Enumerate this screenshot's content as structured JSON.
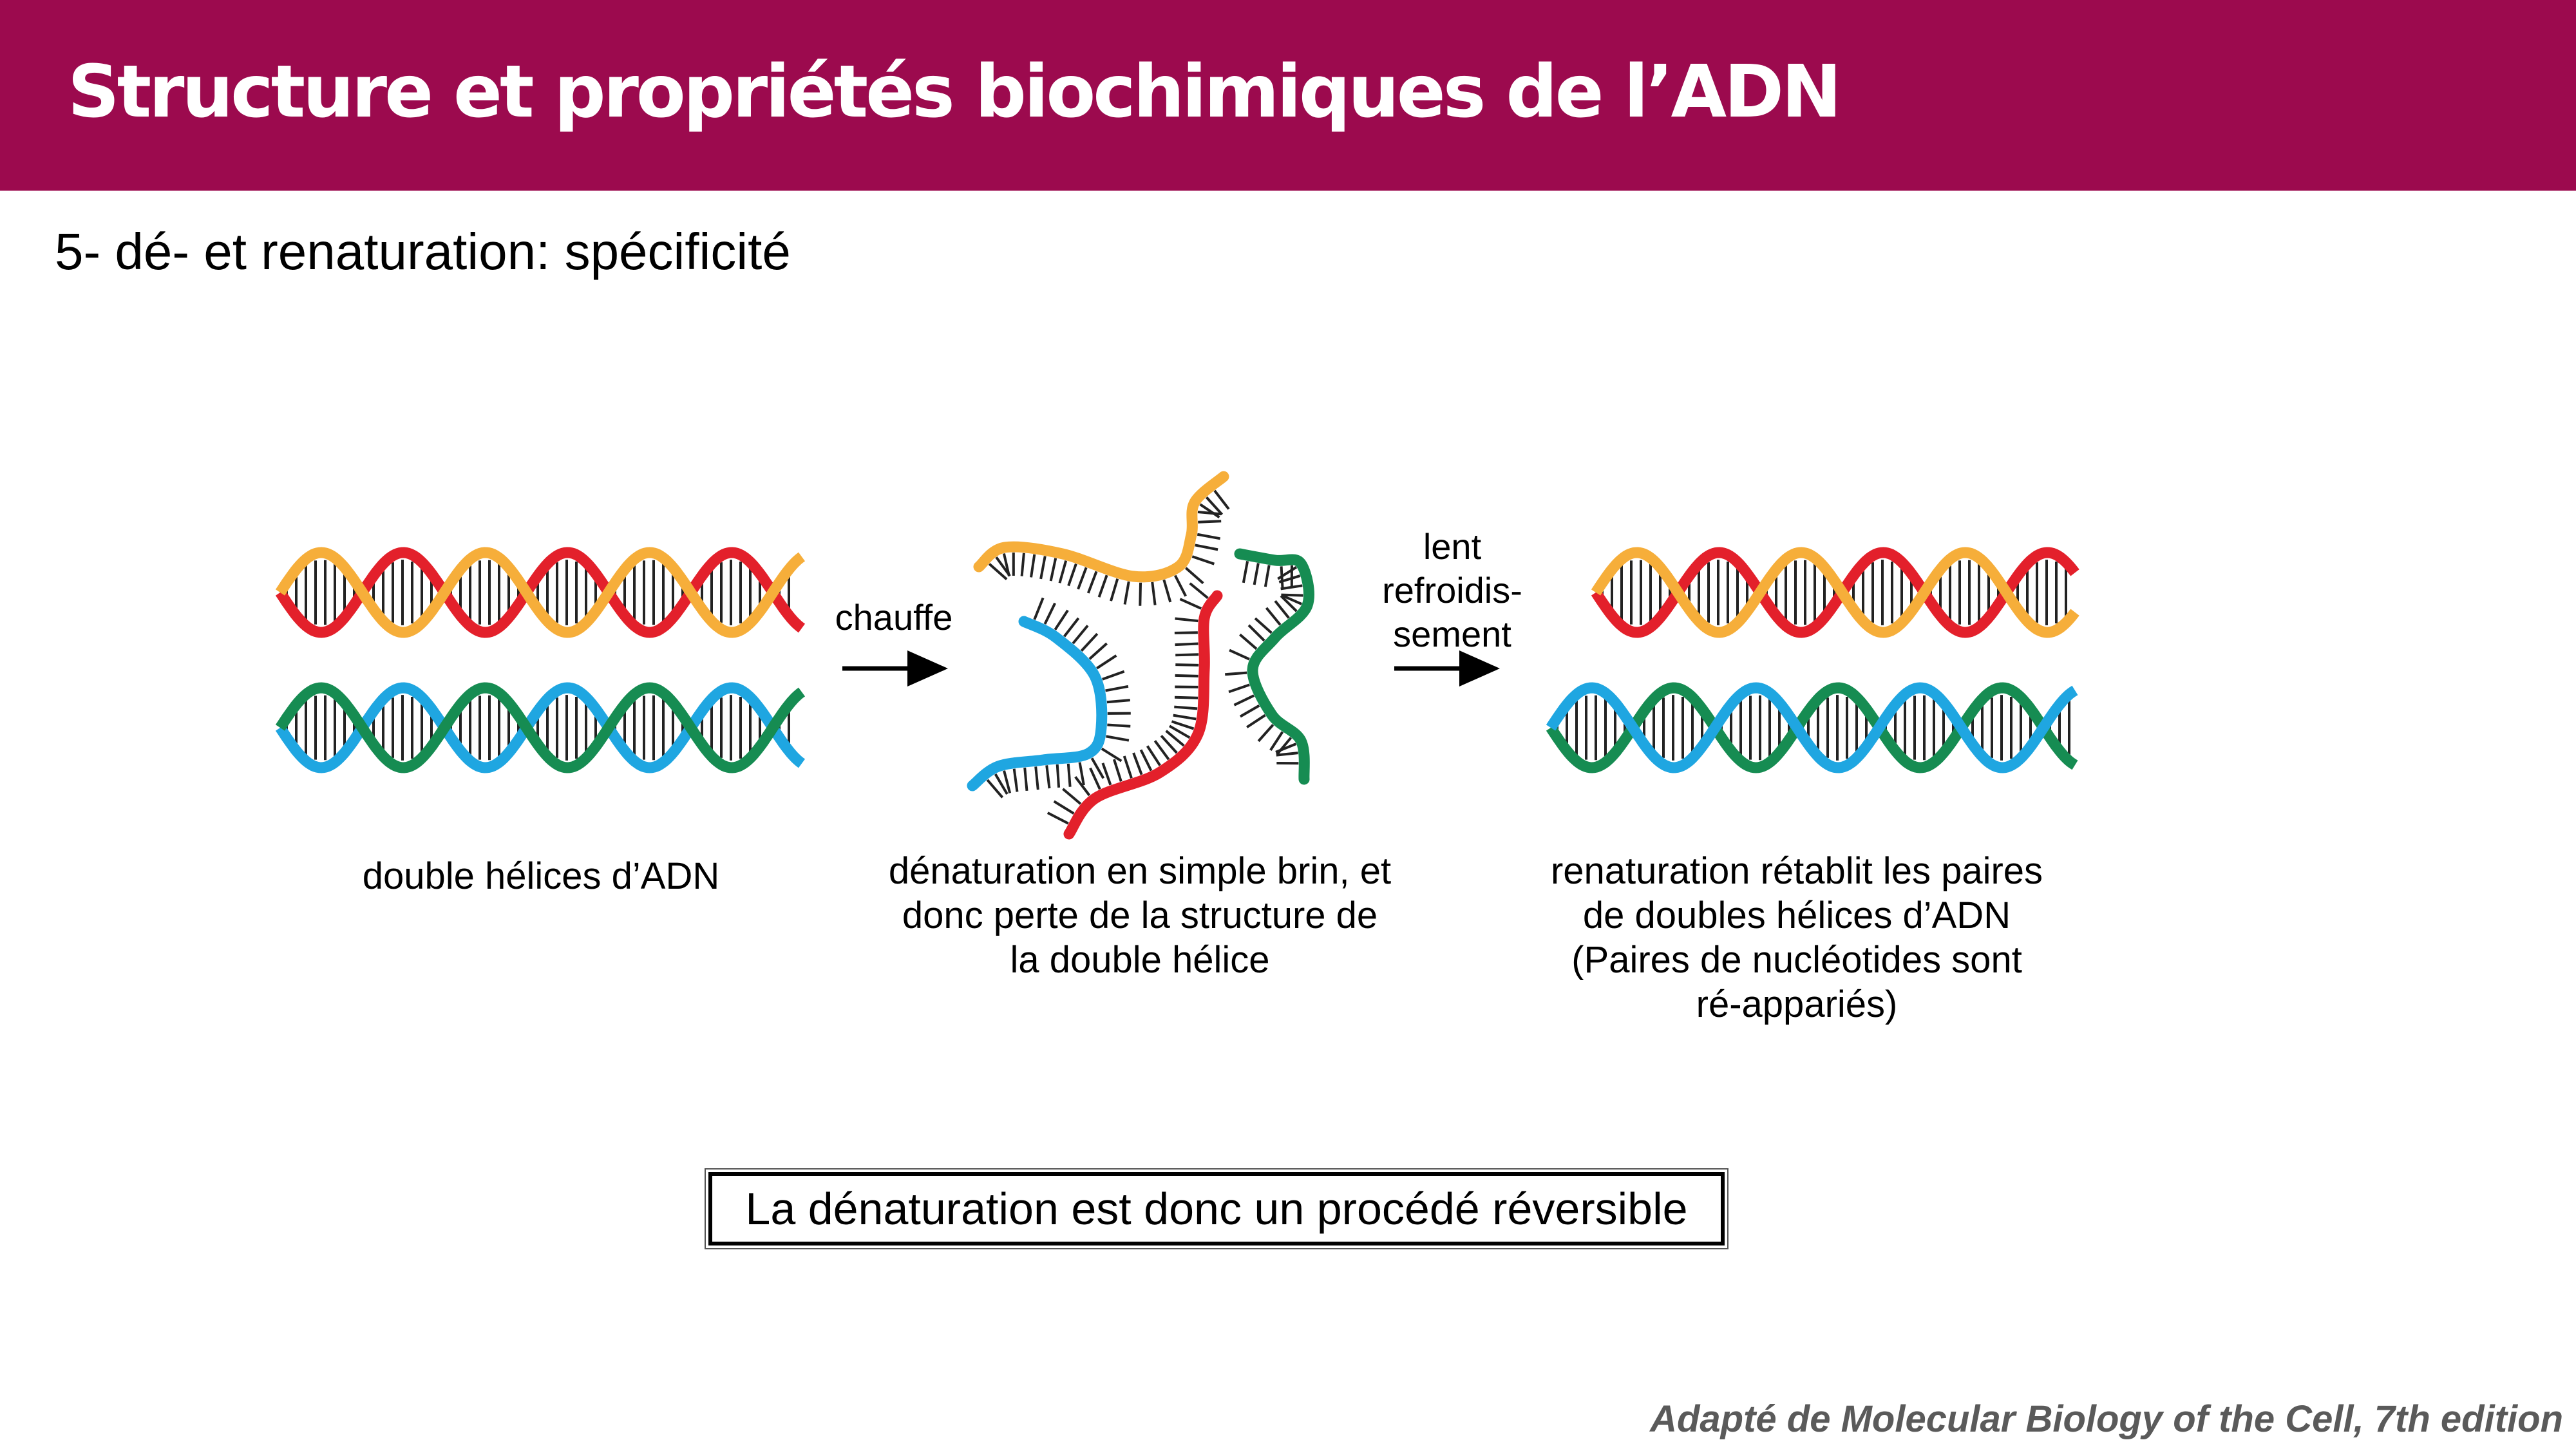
{
  "header": {
    "title": "Structure et propriétés biochimiques de l’ADN"
  },
  "subtitle": "5- dé- et renaturation: spécificité",
  "steps": {
    "heat_label": "chauffe",
    "cooling_label": [
      "lent",
      "refroidis-",
      "sement"
    ]
  },
  "captions": {
    "double_helix": [
      "double hélices d’ADN"
    ],
    "denaturation": [
      "dénaturation en simple brin, et",
      "donc perte de la structure de",
      "la double hélice"
    ],
    "renaturation": [
      "renaturation rétablit les paires",
      "de doubles hélices d’ADN",
      "(Paires de nucléotides sont",
      "ré-appariés)"
    ]
  },
  "conclusion": "La dénaturation est donc un procédé réversible",
  "source": "Adapté de Molecular Biology of the Cell, 7th edition",
  "colors": {
    "header_bg": "#9c0a4e",
    "strand_red": "#e3202b",
    "strand_orange": "#f6ae3a",
    "strand_blue": "#1fa6e1",
    "strand_green": "#168c52",
    "base_pair": "#222222"
  }
}
